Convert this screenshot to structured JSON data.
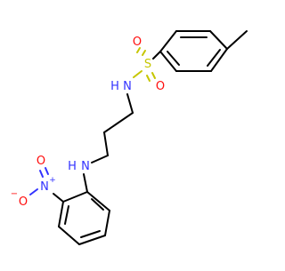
{
  "molecule": {
    "atoms": {
      "sulfonamide_nh": "N",
      "sulfonamide_h": "H",
      "sulfur": "S",
      "sulfonyl_o_top": "O",
      "sulfonyl_o_bottom": "O",
      "amine_n": "N",
      "amine_h": "H",
      "nitro_n": "N",
      "nitro_plus": "+",
      "nitro_o_double": "O",
      "nitro_o_single": "O",
      "nitro_minus": "−"
    },
    "colors": {
      "carbon_bond": "#000000",
      "nitrogen": "#3232ff",
      "oxygen": "#ff0d0d",
      "sulfur": "#c6c600"
    }
  }
}
